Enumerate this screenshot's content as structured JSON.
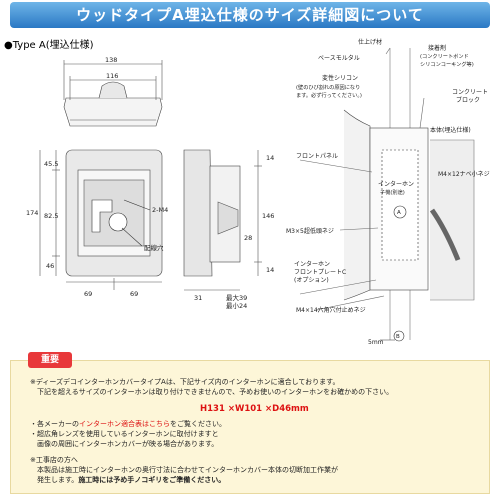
{
  "header": {
    "title": "ウッドタイプA埋込仕様のサイズ詳細図について"
  },
  "type_label": "●Type A(埋込仕様)",
  "front_dims": {
    "width_outer": "138",
    "width_inner": "116",
    "height": "174",
    "h_top": "45.5",
    "h_mid": "82.5",
    "h_bot": "46",
    "bottom_left": "69",
    "bottom_right": "69",
    "screw": "2-M4",
    "wire_hole": "配線穴"
  },
  "side_dims": {
    "top": "14",
    "height": "146",
    "mid": "28",
    "bottom": "14",
    "depth": "31",
    "max": "最大39",
    "min": "最小24"
  },
  "section_labels": {
    "finish": "仕上げ材",
    "mortar": "ベースモルタル",
    "silicone": "変性シリコン",
    "silicone_note1": "(壁のひび割れの原因になり",
    "silicone_note2": "ます。必ず行ってください。)",
    "adhesive": "接着剤",
    "adhesive_note1": "(コンクリートボンド",
    "adhesive_note2": "シリコンコーキング等)",
    "block1": "コンクリート",
    "block2": "ブロック",
    "body": "本体(埋込仕様)",
    "front_panel": "フロントパネル",
    "intercom": "インターホン",
    "intercom_note": "子機(別途)",
    "screw_m4_12": "M4×12ナベ小ネジ",
    "circle_a": "A",
    "screw_m3": "M3×5超低頭ネジ",
    "plate1": "インターホン",
    "plate2": "フロントプレートC",
    "plate3": "(オプション)",
    "screw_m4_14": "M4×14六角穴付止めネジ",
    "mm5": "5mm",
    "circle_b": "B"
  },
  "notice": {
    "badge": "重要",
    "line1": "※ディーズデコインターホンカバータイプAは、下記サイズ内のインターホンに適合しております。",
    "line2": "　下記を超えるサイズのインターホンは取り付けできませんので、予めお使いのインターホンをお確かめの下さい。",
    "size": "H131 ×W101 ×D46mm",
    "line3a": "・各メーカーの",
    "line3b": "インターホン適合表はこちら",
    "line3c": "をご覧ください。",
    "line4": "・超広角レンズを使用しているインターホンに取付けますと",
    "line5": "　画像の周囲にインターホンカバーが映る場合があります。",
    "line6": "※工事店の方へ",
    "line7": "　本製品は施工時にインターホンの奥行寸法に合わせてインターホンカバー本体の切断加工作業が",
    "line8a": "　発生します。",
    "line8b": "施工時には予め手ノコギリをご準備ください。"
  }
}
